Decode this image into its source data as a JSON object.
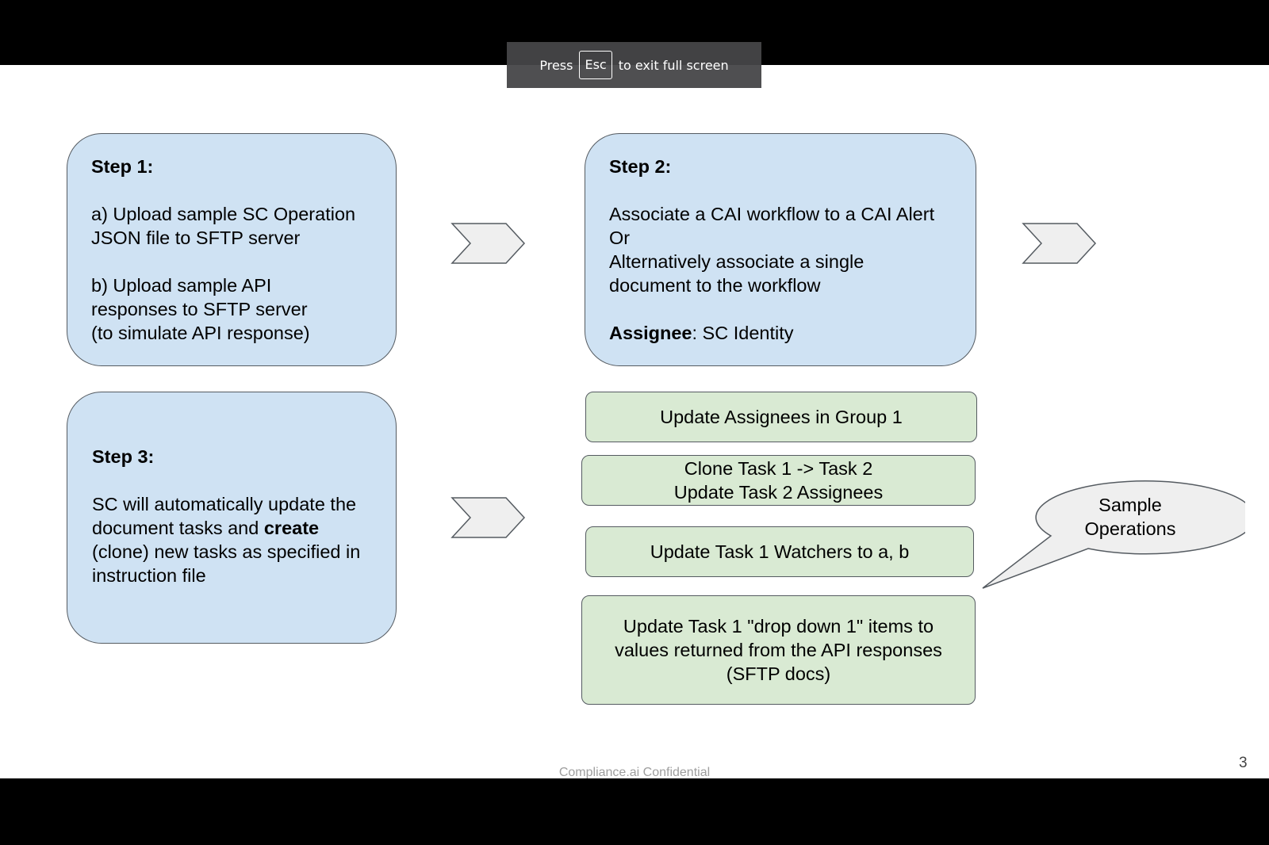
{
  "fullscreen_notice": {
    "press": "Press",
    "key": "Esc",
    "suffix": "to exit full screen"
  },
  "step1": {
    "title": "Step 1:",
    "a_line1": "a) Upload sample SC Operation",
    "a_line2": "JSON file to SFTP server",
    "b_line1": "b) Upload sample API",
    "b_line2": "responses to SFTP server",
    "b_line3": "(to simulate API response)"
  },
  "step2": {
    "title": "Step 2:",
    "line1": "Associate a CAI workflow to a CAI Alert",
    "line2": "Or",
    "line3": "Alternatively associate a single",
    "line4": "document to the workflow",
    "assignee_label": "Assignee",
    "assignee_value": ": SC Identity"
  },
  "step3": {
    "title": "Step 3:",
    "line1": "SC will automatically update the",
    "line2_pre": "document tasks and ",
    "line2_bold": "create",
    "line3": "(clone) new tasks as specified in",
    "line4": "instruction file"
  },
  "operations": [
    "Update Assignees in Group 1",
    "Clone Task 1 -> Task 2\nUpdate Task 2 Assignees",
    "Update Task 1 Watchers to a, b",
    "Update Task 1 \"drop down 1\" items to\nvalues returned from the API responses\n(SFTP docs)"
  ],
  "callout": "Sample\nOperations",
  "footer": "Compliance.ai Confidential",
  "page_number": "3",
  "icons": [
    "chevron-arrow-icon",
    "speech-bubble-icon"
  ],
  "colors": {
    "step_fill": "#cfe2f3",
    "operation_fill": "#d9ead3",
    "chevron_fill": "#efefef",
    "border": "#555b61"
  }
}
